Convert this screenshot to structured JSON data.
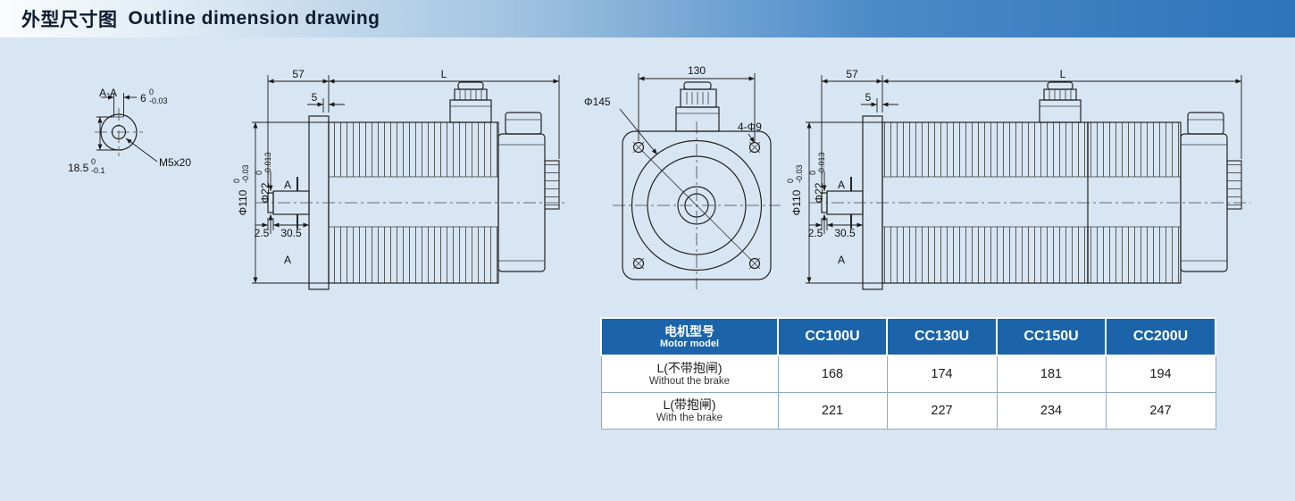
{
  "header": {
    "title_cn": "外型尺寸图",
    "title_en": "Outline dimension drawing"
  },
  "colors": {
    "accent_blue": "#1b64a9",
    "header_blue": "#2d74b9",
    "background": "#d8e6f3"
  },
  "drawings": {
    "section_detail": {
      "label": "A-A",
      "key_width_main": "6",
      "key_width_tol_top": "0",
      "key_width_tol_bot": "-0.03",
      "key_depth_main": "18.5",
      "key_depth_tol_top": "0",
      "key_depth_tol_bot": "-0.1",
      "thread": "M5x20"
    },
    "left_view": {
      "dim_front": "57",
      "dim_length": "L",
      "dim_flange": "5",
      "body_dia_main": "Φ110",
      "body_dia_tol_top": "0",
      "body_dia_tol_bot": "-0.03",
      "shaft_dia_main": "Φ22",
      "shaft_dia_tol_top": "0",
      "shaft_dia_tol_bot": "-0.013",
      "section_top": "A",
      "section_bottom": "A",
      "dim_step": "2.5",
      "dim_key": "30.5"
    },
    "front_view": {
      "dim_bolt_spacing": "130",
      "dia_flange": "Φ145",
      "holes": "4-Φ9"
    },
    "right_view": {
      "dim_front": "57",
      "dim_length": "L",
      "dim_flange": "5",
      "body_dia_main": "Φ110",
      "body_dia_tol_top": "0",
      "body_dia_tol_bot": "-0.03",
      "shaft_dia_main": "Φ22",
      "shaft_dia_tol_top": "0",
      "shaft_dia_tol_bot": "-0.013",
      "section_top": "A",
      "section_bottom": "A",
      "dim_step": "2.5",
      "dim_key": "30.5"
    }
  },
  "table": {
    "header": {
      "model_cn": "电机型号",
      "model_en": "Motor model",
      "columns": [
        "CC100U",
        "CC130U",
        "CC150U",
        "CC200U"
      ]
    },
    "rows": [
      {
        "label_cn": "L(不带抱闸)",
        "label_en": "Without the brake",
        "values": [
          "168",
          "174",
          "181",
          "194"
        ]
      },
      {
        "label_cn": "L(带抱闸)",
        "label_en": "With the brake",
        "values": [
          "221",
          "227",
          "234",
          "247"
        ]
      }
    ]
  }
}
